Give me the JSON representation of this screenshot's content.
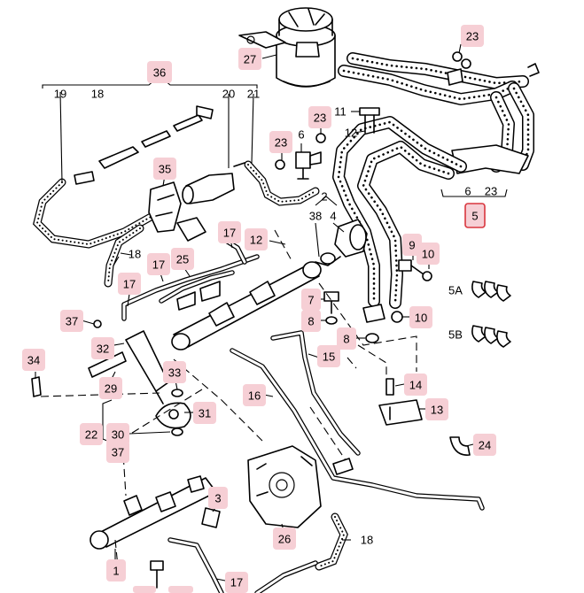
{
  "diagram": {
    "callouts": [
      {
        "id": "c27",
        "text": "27"
      },
      {
        "id": "c23a",
        "text": "23"
      },
      {
        "id": "c36",
        "text": "36"
      },
      {
        "id": "c23b",
        "text": "23"
      },
      {
        "id": "c23c",
        "text": "23"
      },
      {
        "id": "c35",
        "text": "35"
      },
      {
        "id": "c17a",
        "text": "17"
      },
      {
        "id": "c12a",
        "text": "12"
      },
      {
        "id": "c9",
        "text": "9"
      },
      {
        "id": "c10a",
        "text": "10"
      },
      {
        "id": "c17b",
        "text": "17"
      },
      {
        "id": "c25",
        "text": "25"
      },
      {
        "id": "c17c",
        "text": "17"
      },
      {
        "id": "c7",
        "text": "7"
      },
      {
        "id": "c8a",
        "text": "8"
      },
      {
        "id": "c10b",
        "text": "10"
      },
      {
        "id": "c37a",
        "text": "37"
      },
      {
        "id": "c8b",
        "text": "8"
      },
      {
        "id": "c32",
        "text": "32"
      },
      {
        "id": "c15",
        "text": "15"
      },
      {
        "id": "c34",
        "text": "34"
      },
      {
        "id": "c33",
        "text": "33"
      },
      {
        "id": "c29",
        "text": "29"
      },
      {
        "id": "c14",
        "text": "14"
      },
      {
        "id": "c16",
        "text": "16"
      },
      {
        "id": "c13",
        "text": "13"
      },
      {
        "id": "c31",
        "text": "31"
      },
      {
        "id": "c22",
        "text": "22"
      },
      {
        "id": "c30",
        "text": "30"
      },
      {
        "id": "c37b",
        "text": "37"
      },
      {
        "id": "c24",
        "text": "24"
      },
      {
        "id": "c3",
        "text": "3"
      },
      {
        "id": "c26",
        "text": "26"
      },
      {
        "id": "c1",
        "text": "1"
      },
      {
        "id": "c17d",
        "text": "17"
      }
    ],
    "labels": [
      {
        "id": "t19",
        "text": "19"
      },
      {
        "id": "t18a",
        "text": "18"
      },
      {
        "id": "t20",
        "text": "20"
      },
      {
        "id": "t21",
        "text": "21"
      },
      {
        "id": "t11",
        "text": "11"
      },
      {
        "id": "t6a",
        "text": "6"
      },
      {
        "id": "t12",
        "text": "12"
      },
      {
        "id": "t6b",
        "text": "6"
      },
      {
        "id": "t23d",
        "text": "23"
      },
      {
        "id": "t2",
        "text": "2"
      },
      {
        "id": "t38",
        "text": "38"
      },
      {
        "id": "t4",
        "text": "4"
      },
      {
        "id": "t18b",
        "text": "18"
      },
      {
        "id": "t5A",
        "text": "5A"
      },
      {
        "id": "t5B",
        "text": "5B"
      },
      {
        "id": "t18c",
        "text": "18"
      }
    ],
    "selected_callout": {
      "text": "5"
    }
  }
}
